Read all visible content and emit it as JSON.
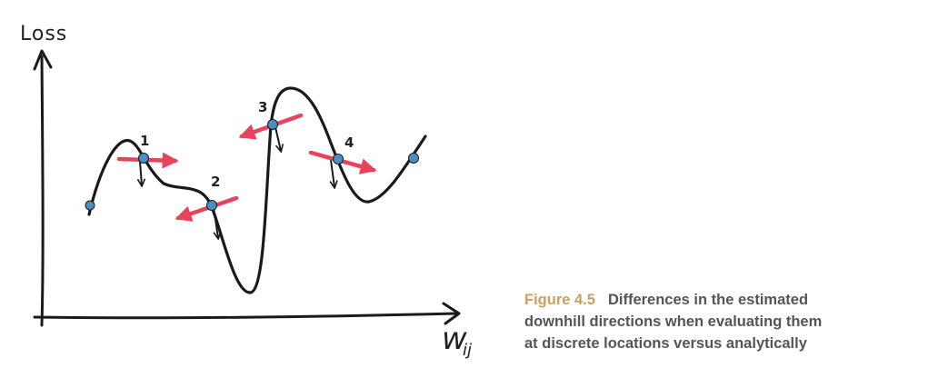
{
  "diagram": {
    "y_axis_label": "Loss",
    "x_axis_symbol": "w",
    "x_axis_subscript": "ij",
    "points": [
      {
        "label": "1"
      },
      {
        "label": "2"
      },
      {
        "label": "3"
      },
      {
        "label": "4"
      }
    ],
    "colors": {
      "curve": "#1a1a1a",
      "dot": "#4a8fc2",
      "estimate_arrow": "#e8435a",
      "gradient_arrow": "#1a1a1a"
    }
  },
  "caption": {
    "figure_number": "Figure 4.5",
    "lines": [
      "Differences in the estimated",
      "downhill directions when evaluating them",
      "at discrete locations versus analytically"
    ]
  }
}
